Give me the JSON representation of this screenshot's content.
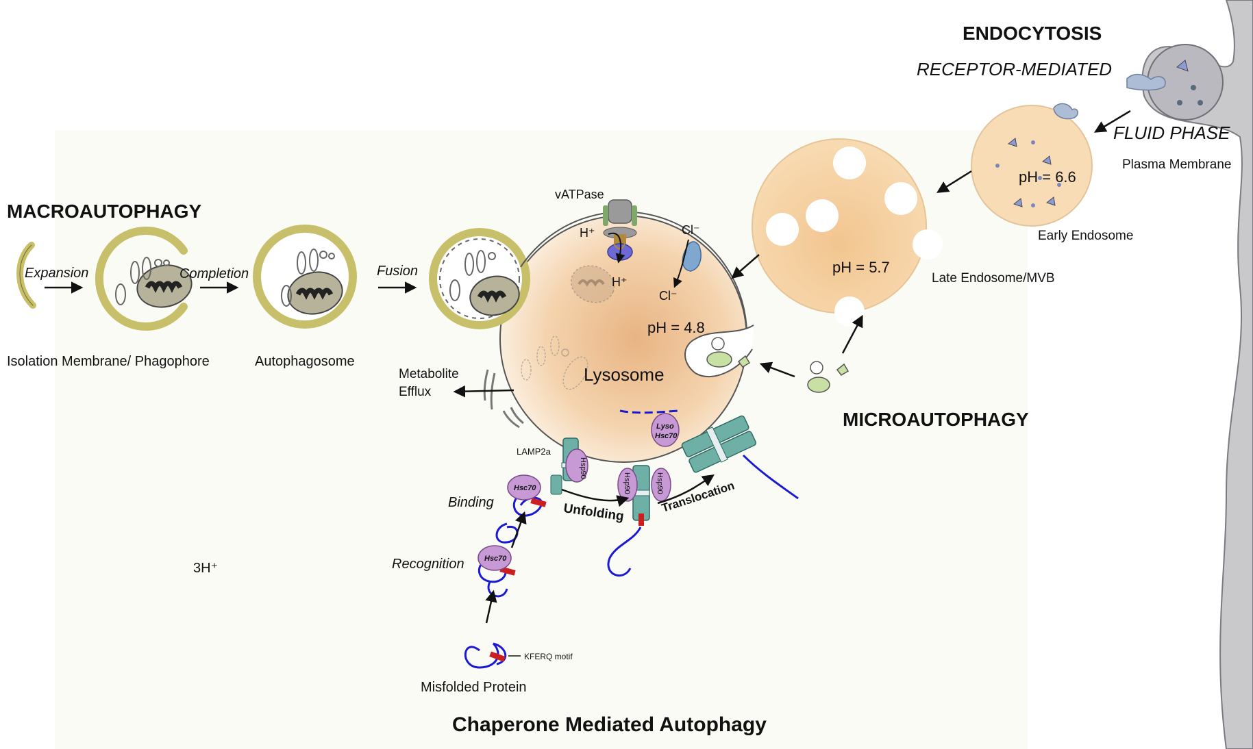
{
  "headings": {
    "macroautophagy": "MACROAUTOPHAGY",
    "microautophagy": "MICROAUTOPHAGY",
    "endocytosis": "ENDOCYTOSIS",
    "receptor_mediated": "RECEPTOR-MEDIATED",
    "fluid_phase": "FLUID PHASE",
    "cma": "Chaperone Mediated Autophagy"
  },
  "macro_steps": {
    "expansion": "Expansion",
    "completion": "Completion",
    "fusion": "Fusion"
  },
  "macro_labels": {
    "isolation_membrane": "Isolation Membrane/ Phagophore",
    "autophagosome": "Autophagosome"
  },
  "lysosome": {
    "label": "Lysosome",
    "ph": "pH = 4.8",
    "vatpase": "vATPase",
    "h_plus_out": "H⁺",
    "h_plus_in": "H⁺",
    "cl_out": "Cl⁻",
    "cl_in": "Cl⁻",
    "metabolite_efflux_1": "Metabolite",
    "metabolite_efflux_2": "Efflux"
  },
  "endosomes": {
    "late_label": "Late Endosome/MVB",
    "late_ph": "pH = 5.7",
    "early_label": "Early Endosome",
    "early_ph": "pH = 6.6",
    "plasma_membrane": "Plasma Membrane"
  },
  "cma": {
    "lamp2a": "LAMP2a",
    "hsp90_a": "Hsp90",
    "hsp90_b": "Hsp90",
    "hsp90_c": "Hsp90",
    "hsc70_binding": "Hsc70",
    "hsc70_recognition": "Hsc70",
    "lyso_hsc70_1": "Lyso",
    "lyso_hsc70_2": "Hsc70",
    "binding": "Binding",
    "recognition": "Recognition",
    "unfolding": "Unfolding",
    "translocation": "Translocation",
    "kferq": "KFERQ motif",
    "misfolded_protein": "Misfolded Protein",
    "three_h": "3H⁺"
  },
  "colors": {
    "membrane_olive": "#c8bf6a",
    "lysosome_center": "#e9b98a",
    "lysosome_edge": "#fbeede",
    "endosome": "#f7d7ad",
    "hsc70": "#c79ad6",
    "lamp2a": "#6fb0a6",
    "protein": "#1a1ad6",
    "kferq": "#cc2020"
  }
}
